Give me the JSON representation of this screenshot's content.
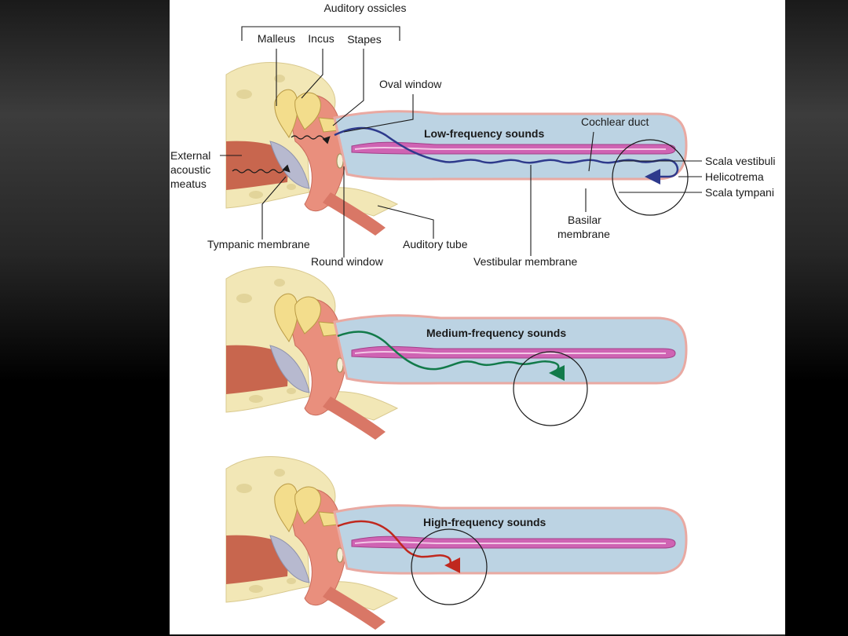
{
  "labels": {
    "auditory_ossicles": "Auditory ossicles",
    "malleus": "Malleus",
    "incus": "Incus",
    "stapes": "Stapes",
    "oval_window": "Oval window",
    "external_line1": "External",
    "external_line2": "acoustic",
    "external_line3": "meatus",
    "tympanic_membrane": "Tympanic membrane",
    "round_window": "Round window",
    "auditory_tube": "Auditory tube",
    "vestibular_membrane": "Vestibular membrane",
    "basilar_line1": "Basilar",
    "basilar_line2": "membrane",
    "cochlear_duct": "Cochlear duct",
    "scala_vestibuli": "Scala vestibuli",
    "helicotrema": "Helicotrema",
    "scala_tympani": "Scala tympani"
  },
  "panels": [
    {
      "id": "low",
      "title": "Low-frequency sounds",
      "wave_color": "#2e3a8c"
    },
    {
      "id": "medium",
      "title": "Medium-frequency sounds",
      "wave_color": "#127a4a"
    },
    {
      "id": "high",
      "title": "High-frequency sounds",
      "wave_color": "#c0281e"
    }
  ],
  "colors": {
    "bone": "#f2e7b6",
    "ossicle": "#f3dd8c",
    "tissue": "#e98f7d",
    "meatus": "#c8664e",
    "tympanic": "#b7b9cf",
    "cochlea_fluid": "#bcd3e3",
    "cochlea_edge": "#e9a9a2",
    "basilar": "#cf63b3"
  }
}
